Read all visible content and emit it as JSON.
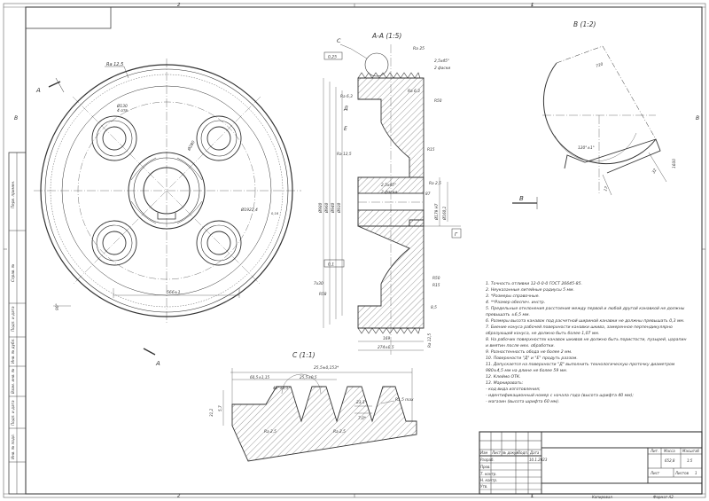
{
  "zones": {
    "top_2": "2",
    "top_1": "1",
    "bottom_2": "2",
    "bottom_1": "1",
    "left_B": "B",
    "right_B": "B"
  },
  "views": {
    "section": "А-А (1:5)",
    "detail_b": "В (1:2)",
    "detail_c": "С (1:1)",
    "arrow_a": "А",
    "arrow_b": "В",
    "callout_c": "С"
  },
  "front_dims": {
    "ra_top": "Ra 12,5",
    "bolt_holes": "Ø130\n4 отв.",
    "d280": "Ø280",
    "d1922": "Ø1922,4",
    "d_small": "0,16",
    "d566": "566±1",
    "d90": "90°"
  },
  "section_dims": {
    "ra25": "Ra 25",
    "tol_025": "0,25",
    "ra63a": "Ra 6,3",
    "ra63b": "Ra 6,3",
    "ra125": "Ra 12,5",
    "ra25b": "Ra 2,5",
    "chamfer1": "2,5x45°",
    "chamfer1b": "2 фаски",
    "chamfer2": "2,5x45°",
    "chamfer2b": "2 фаски",
    "r50": "R50",
    "r15": "R15",
    "r58": "R58",
    "r50b": "R50",
    "r15b": "R15",
    "d_label": "Д",
    "e_label": "Е",
    "b_label": "Г",
    "d980": "Ø980",
    "d960": "Ø960",
    "d940": "Ø940",
    "d930": "Ø930",
    "d1791": "Ø179 Н7",
    "d1602": "Ø160,2",
    "n87": "87",
    "n169": "169",
    "n274": "274±0,5",
    "n85": "8,5",
    "n7x30": "7х30",
    "tol_01": "0,1",
    "ra125b": "Ra 12,5"
  },
  "detail_b_dims": {
    "n720": "720",
    "n120": "120°±1°",
    "n1600": "1600",
    "n32": "32",
    "n17": "17"
  },
  "detail_c_dims": {
    "n255": "25,5±0,153*",
    "n605": "60,5±1,15",
    "n255b": "25,5±0,5",
    "n40": "40°±0,5°",
    "n57": "5,7",
    "r15": "R1,5 max",
    "n231": "23,1*",
    "n70": "7,0*",
    "ra25": "Ra 2,5",
    "ra25b": "Ra 2,5",
    "n312": "31,2"
  },
  "notes": [
    "1.    Точность отливки 12-0-0-0 ГОСТ 26645-85.",
    "2.    Неуказанные литейные радиусы 5 мм.",
    "3.    *Размеры справочные.",
    "4.    **Размер обеспеч. инстр.",
    "5.    Предельные отклонения расстояния между первой и любой другой канавкой не должны",
    "       превышать ±6,5 мм.",
    "6.    Размеры высота канавок под расчетной шириной канавки не должны превышать 0,3 мм.",
    "7.    Биение конуса рабочей поверхности канавки шкива, замеренное перпендикулярно",
    "       образующей конуса, не должно быть более 1,07 мм.",
    "8.    На рабочих поверхностях канавок шкивов не должно быть пористости, пузырей, царапин",
    "       и вмятин после мех. обработки.",
    "9.    Разностенность обода не более 2 мм.",
    "10.   Поверхности \"Д\" и \"Е\" продуть раззом.",
    "11.   Допускается на поверхности \"Д\" выполнить технологическую проточку диаметром",
    "       980±4,5 мм на длине не более 59 мм.",
    "12.   Клеймо ОТК.",
    "13.   Маркировать:",
    "         - код вида изготовления;",
    "         - идентификационный номер с начала года (высота шрифта 40 мм);",
    "         - магазин (высота шрифта 60 мм)."
  ],
  "title_block": {
    "lit": "Лит.",
    "mass": "Масса",
    "scale": "Масштаб",
    "mass_val": "652,8",
    "scale_val": "1:5",
    "sheet": "Лист",
    "sheets": "Листов",
    "sheets_val": "1",
    "col_izm": "Изм",
    "col_list": "Лист",
    "col_doc": "№ докум.",
    "col_sign": "Подп.",
    "col_date": "Дата",
    "r1": "Разраб.",
    "r2": "Пров.",
    "r3": "Т. контр.",
    "r4": "Н. контр.",
    "r5": "Утв.",
    "date1": "10.1.2023",
    "copied": "Копировал",
    "format": "Формат А2"
  },
  "left_strip": [
    "Перв. примен.",
    "Справ. №",
    "Подп. и дата",
    "Инв. № дубл.",
    "Взам. инв. №",
    "Подп. и дата",
    "Инв. № подл."
  ]
}
